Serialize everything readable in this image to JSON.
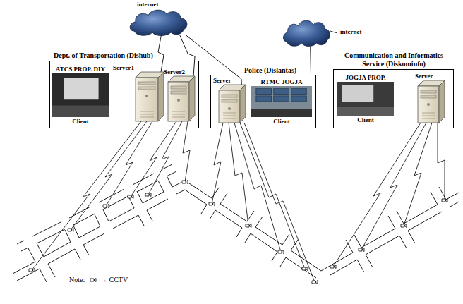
{
  "diagram": {
    "nodes": [
      {
        "text": [
          "internet"
        ]
      },
      {
        "text": [
          "internet"
        ]
      },
      {
        "text": [
          "Dept. of Transportation (Dishub)"
        ]
      },
      {
        "text": [
          "ATCS PROP. DIY",
          "Client"
        ],
        "in": 2
      },
      {
        "text": [
          "Server1"
        ],
        "in": 2
      },
      {
        "text": [
          "Server2"
        ],
        "in": 2
      },
      {
        "text": [
          "Police (Dislantas)"
        ]
      },
      {
        "text": [
          "Server"
        ],
        "in": 6
      },
      {
        "text": [
          "RTMC JOGJA",
          "Client"
        ],
        "in": 6
      },
      {
        "text": [
          "Communication and Informatics Service (Diskominfo)"
        ]
      },
      {
        "text": [
          "JOGJA PROP.",
          "Client"
        ],
        "in": 9
      },
      {
        "text": [
          "Server"
        ],
        "in": 9
      }
    ],
    "edges": [
      {
        "from": 0,
        "to": 4,
        "arrow": "none"
      },
      {
        "from": 0,
        "to": 5,
        "arrow": "none"
      },
      {
        "from": 0,
        "to": 7,
        "arrow": "none"
      },
      {
        "from": 1,
        "to": 6,
        "arrow": "none"
      }
    ],
    "labels": [
      "Note:"
    ],
    "legend": [
      {
        "text": "→ CCTV"
      }
    ]
  }
}
